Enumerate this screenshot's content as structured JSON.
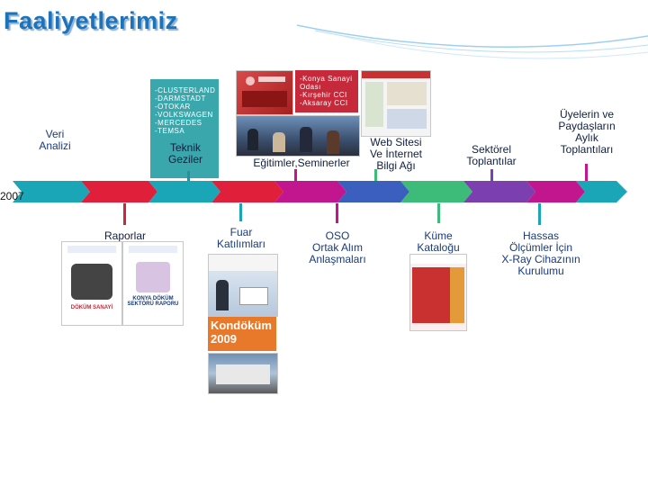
{
  "page": {
    "title": "Faaliyetlerimiz",
    "year": "2007"
  },
  "above": {
    "veri_analizi": "Veri\nAnalizi",
    "teknik_geziler": "Teknik\nGeziler",
    "teknik_list": [
      "-CLUSTERLAND",
      "-DARMSTADT",
      "-OTOKAR",
      "-VOLKSWAGEN",
      "-MERCEDES",
      "-TEMSA"
    ],
    "egitimler": "Eğitimler,Seminerler",
    "konya_list": [
      "-Konya Sanayi",
      "Odası",
      "-Kırşehir CCI",
      "-Aksaray CCI"
    ],
    "web_sitesi": "Web Sitesi\nVe İnternet\nBilgi Ağı",
    "sektorel": "Sektörel\nToplantılar",
    "uyeler": "Üyelerin ve\nPaydaşların\nAylık\nToplantıları"
  },
  "below": {
    "raporlar": "Raporlar",
    "fuar": "Fuar\nKatılımları",
    "oso": "OSO\nOrtak Alım\nAnlaşmaları",
    "kume": "Küme\nKataloğu",
    "hassas": "Hassas\nÖlçümler İçin\nX-Ray Cihazının\nKurulumu",
    "kondokum_line1": "Kondöküm",
    "kondokum_line2": "2009",
    "report2_caption": "KONYA DÖKÜM SEKTÖRÜ RAPORU",
    "report1_caption": "DÖKÜM SANAYİ"
  },
  "colors": {
    "title": "#1e73b8",
    "label": "#1a3a7a",
    "seg_teal": "#1aa6b7",
    "seg_red": "#e0203a",
    "seg_blue": "#3a5fbf",
    "seg_green": "#3dbb78",
    "seg_magenta": "#c2168f",
    "seg_purple": "#7b3fb0",
    "callout_teal": "#3aa7ad",
    "callout_red": "#c62a3a"
  }
}
